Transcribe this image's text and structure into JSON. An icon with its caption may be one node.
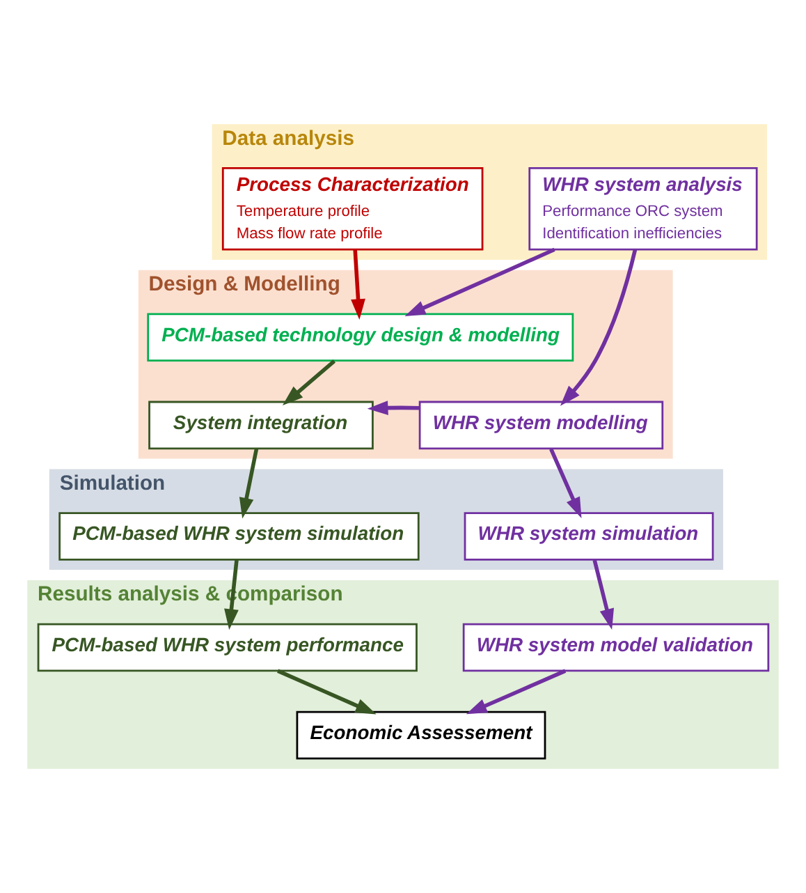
{
  "diagram": {
    "nodes": [
      {
        "text": [
          "Data analysis"
        ]
      },
      {
        "text": [
          "WHR system analysis",
          "Performance ORC system",
          "Identification inefficiencies"
        ],
        "in": 0
      },
      {
        "text": [
          "Process Characterization",
          "Temperature profile",
          "Mass flow rate profile"
        ],
        "in": 0
      },
      {
        "text": [
          "Design & Modelling"
        ]
      },
      {
        "text": [
          "PCM-based technology design & modelling"
        ],
        "in": 3
      },
      {
        "text": [
          "WHR system modelling"
        ],
        "in": 3
      },
      {
        "text": [
          "System integration"
        ],
        "in": 3
      },
      {
        "text": [
          "Simulation"
        ]
      },
      {
        "text": [
          "WHR system simulation"
        ],
        "in": 7
      },
      {
        "text": [
          "PCM-based WHR system simulation"
        ],
        "in": 7
      },
      {
        "text": [
          "Results analysis & comparison"
        ]
      },
      {
        "text": [
          "WHR system model validation"
        ],
        "in": 10
      },
      {
        "text": [
          "PCM-based WHR system performance"
        ],
        "in": 10
      },
      {
        "text": [
          "Economic Assessement"
        ],
        "in": 10
      }
    ],
    "edges": [
      {
        "from": 1,
        "to": 5,
        "arrow": "to",
        "color": "#7030a0"
      },
      {
        "from": 1,
        "to": 4,
        "arrow": "to",
        "color": "#7030a0"
      },
      {
        "from": 2,
        "to": 4,
        "arrow": "to",
        "color": "#c00000"
      },
      {
        "from": 4,
        "to": 6,
        "arrow": "to",
        "color": "#375623"
      },
      {
        "from": 5,
        "to": 6,
        "arrow": "to",
        "color": "#7030a0"
      },
      {
        "from": 5,
        "to": 8,
        "arrow": "to",
        "color": "#7030a0"
      },
      {
        "from": 6,
        "to": 9,
        "arrow": "to",
        "color": "#375623"
      },
      {
        "from": 8,
        "to": 11,
        "arrow": "to",
        "color": "#7030a0"
      },
      {
        "from": 9,
        "to": 12,
        "arrow": "to",
        "color": "#375623"
      },
      {
        "from": 11,
        "to": 13,
        "arrow": "to",
        "color": "#7030a0"
      },
      {
        "from": 12,
        "to": 13,
        "arrow": "to",
        "color": "#375623"
      }
    ]
  }
}
